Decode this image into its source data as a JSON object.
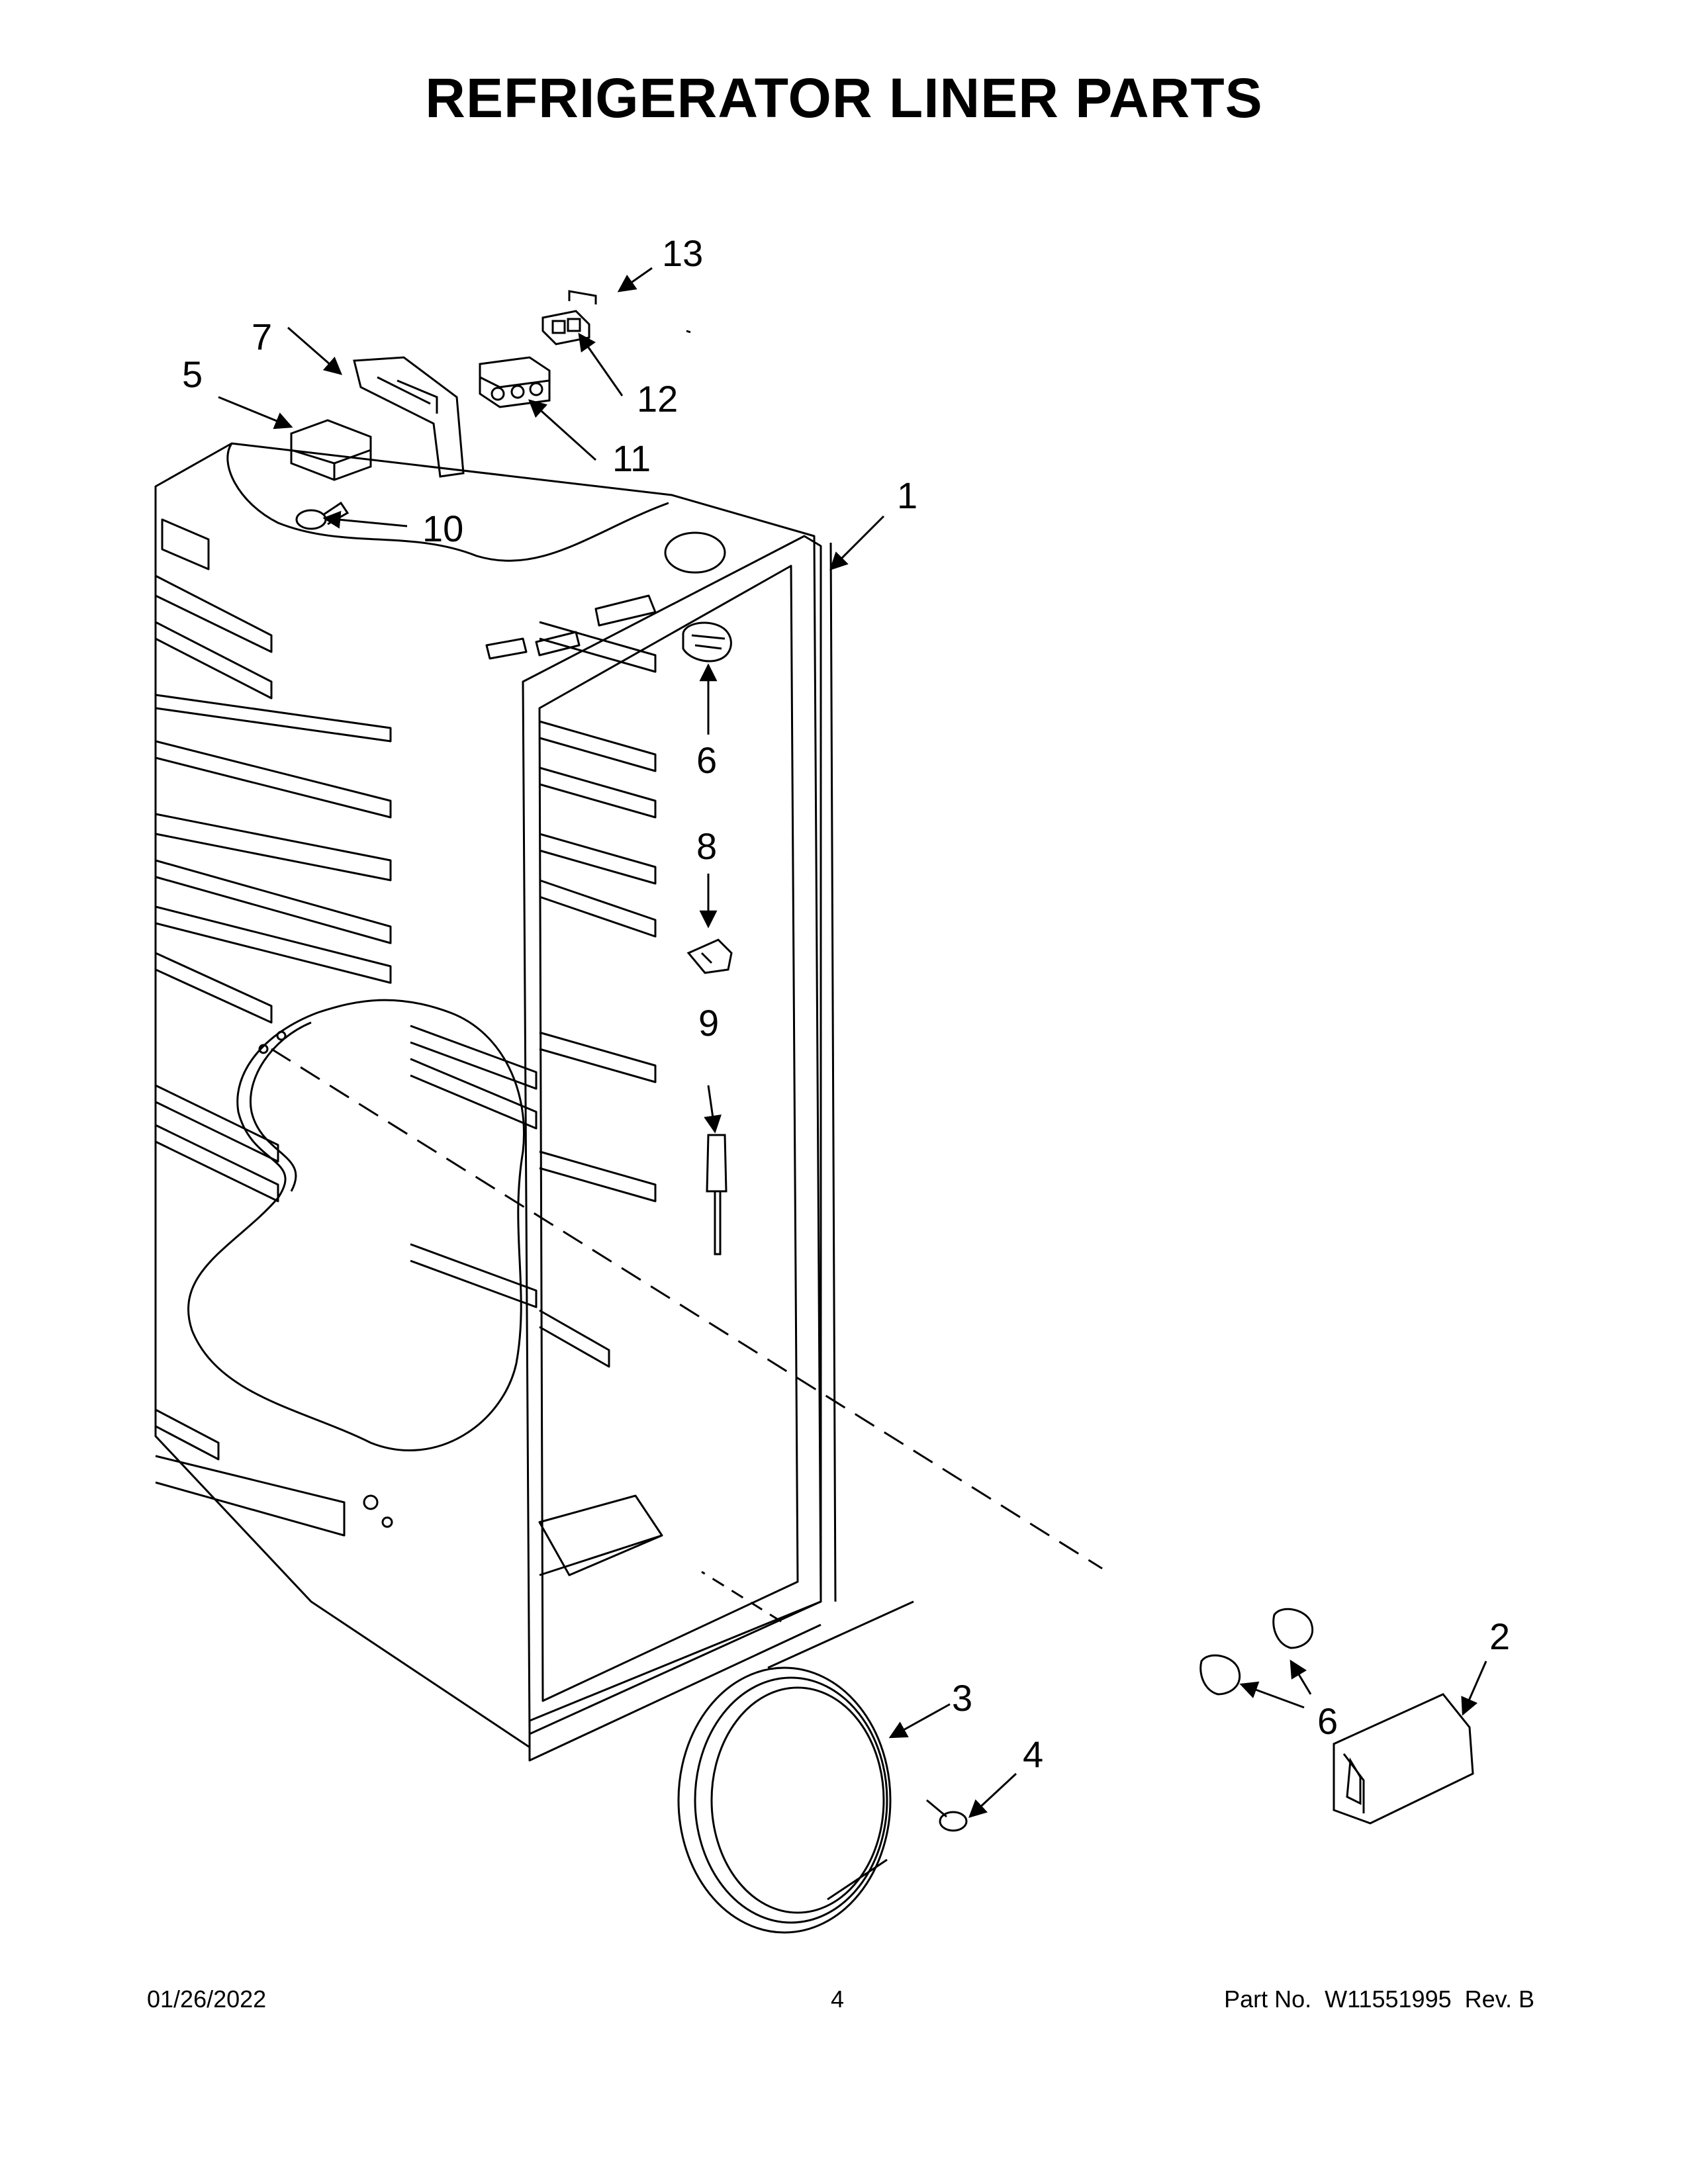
{
  "title": "REFRIGERATOR LINER PARTS",
  "callouts": {
    "c1": "1",
    "c2": "2",
    "c3": "3",
    "c4": "4",
    "c5": "5",
    "c6a": "6",
    "c6b": "6",
    "c7": "7",
    "c8": "8",
    "c9": "9",
    "c10": "10",
    "c11": "11",
    "c12": "12",
    "c13": "13"
  },
  "footer": {
    "date": "01/26/2022",
    "page": "4",
    "part_label": "Part No.",
    "part_number": "W11551995",
    "revision": "Rev. B"
  }
}
